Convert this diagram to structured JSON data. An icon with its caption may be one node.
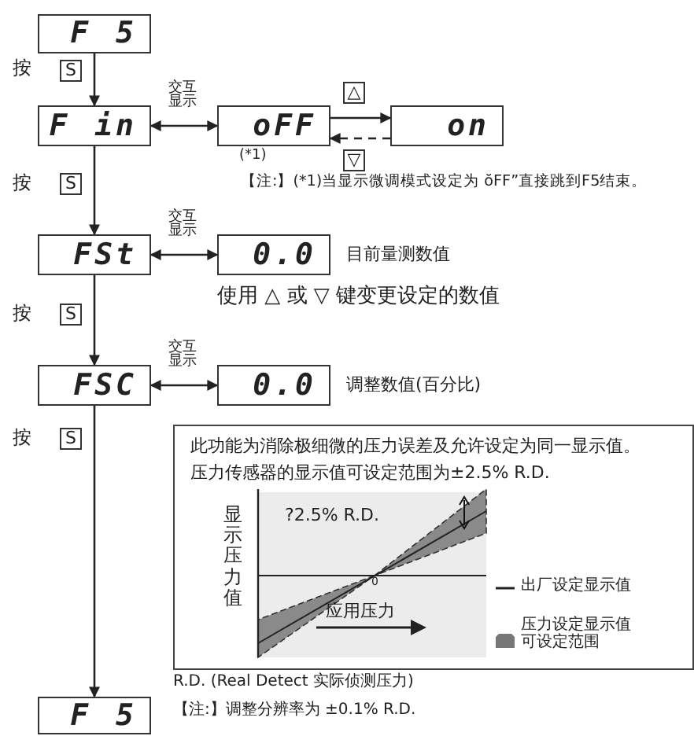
{
  "diagram": {
    "nodes": [
      {
        "text": [
          "F 5"
        ]
      },
      {
        "text": [
          "F in"
        ]
      },
      {
        "text": [
          "oFF"
        ],
        "beside": [
          "(*1)"
        ]
      },
      {
        "text": [
          "on"
        ]
      },
      {
        "text": [
          "FSt"
        ]
      },
      {
        "text": [
          "0.0"
        ],
        "beside": [
          "目前量测数值"
        ]
      },
      {
        "text": [
          "FSC"
        ]
      },
      {
        "text": [
          "0.0"
        ],
        "beside": [
          "调整数值(百分比)"
        ]
      },
      {
        "text": [
          "F 5"
        ]
      },
      {
        "text": [
          "此功能为消除极细微的压力误差及允许设定为同一显示值。",
          "压力传感器的显示值可设定范围为±2.5% R.D."
        ]
      }
    ],
    "edges": [
      {
        "from": 0,
        "to": 1,
        "arrow": "to",
        "label": "按"
      },
      {
        "from": 1,
        "to": 2,
        "arrow": "both",
        "label": "交互显示"
      },
      {
        "from": 2,
        "to": 3,
        "arrow": "to"
      },
      {
        "from": 3,
        "to": 2,
        "arrow": "to",
        "style": "dashed"
      },
      {
        "from": 1,
        "to": 4,
        "arrow": "to",
        "label": "按"
      },
      {
        "from": 4,
        "to": 5,
        "arrow": "both",
        "label": "交互显示"
      },
      {
        "from": 4,
        "to": 6,
        "arrow": "to",
        "label": "按"
      },
      {
        "from": 6,
        "to": 7,
        "arrow": "both",
        "label": "交互显示"
      },
      {
        "from": 6,
        "to": 8,
        "arrow": "to",
        "label": "按"
      }
    ],
    "labels": [
      "S",
      "△",
      "▽",
      "S",
      "【注:】(*1)当显示微调模式设定为 ŏFF”直接跳到F5结束。",
      "使用 △ 或 ▽ 键变更设定的数值",
      "S",
      "S",
      "显示压力值",
      "?2.5% R.D.",
      "0",
      "应用压力",
      "R.D. (Real Detect 实际侦测压力)",
      "【注:】调整分辨率为 ±0.1% R.D."
    ],
    "legend": [
      {
        "text": "出厂设定显示值"
      },
      {
        "text": "压力设定显示值可设定范围"
      }
    ]
  }
}
